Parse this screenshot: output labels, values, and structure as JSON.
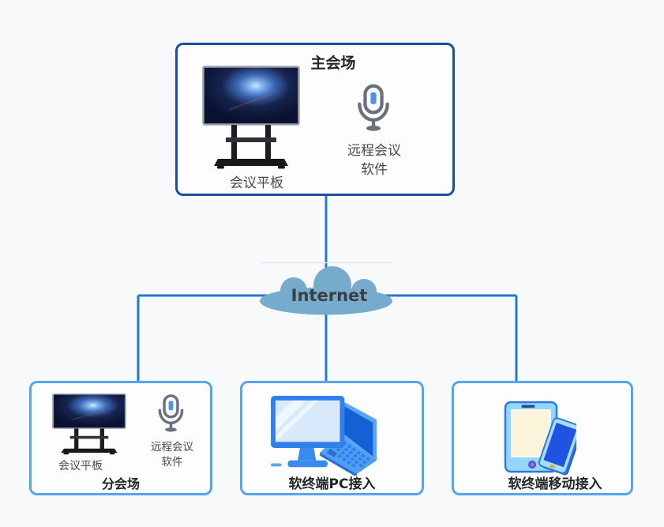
{
  "main_venue": {
    "title": "主会场",
    "panel_label": "会议平板",
    "software": [
      "远程会议",
      "软件"
    ]
  },
  "internet": {
    "label": "Internet"
  },
  "branch_venue": {
    "title": "分会场",
    "panel_label": "会议平板",
    "software": [
      "远程会议",
      "软件"
    ]
  },
  "pc_access": {
    "title": "软终端PC接入"
  },
  "mobile_access": {
    "title": "软终端移动接入"
  },
  "icons": {
    "main_venue_panel": "meeting-panel-display-icon",
    "main_venue_software": "microphone-icon",
    "branch_venue_panel": "meeting-panel-display-icon",
    "branch_venue_software": "microphone-icon",
    "pc_access": "desktop-and-laptop-icon",
    "mobile_access": "tablet-and-phone-icon",
    "network": "internet-cloud"
  },
  "colors": {
    "page_background": "#f8f9fa",
    "main_box_border": "#1a4fa0",
    "sub_box_border": "#55a5ee",
    "connector_line": "#2577d2",
    "cloud_fill": "#76abcd",
    "mic_body": "#6a7080",
    "mic_accent": "#4b93e6",
    "device_blue": "#2f80ed",
    "title_text": "#222426",
    "label_text": "#45484d"
  }
}
